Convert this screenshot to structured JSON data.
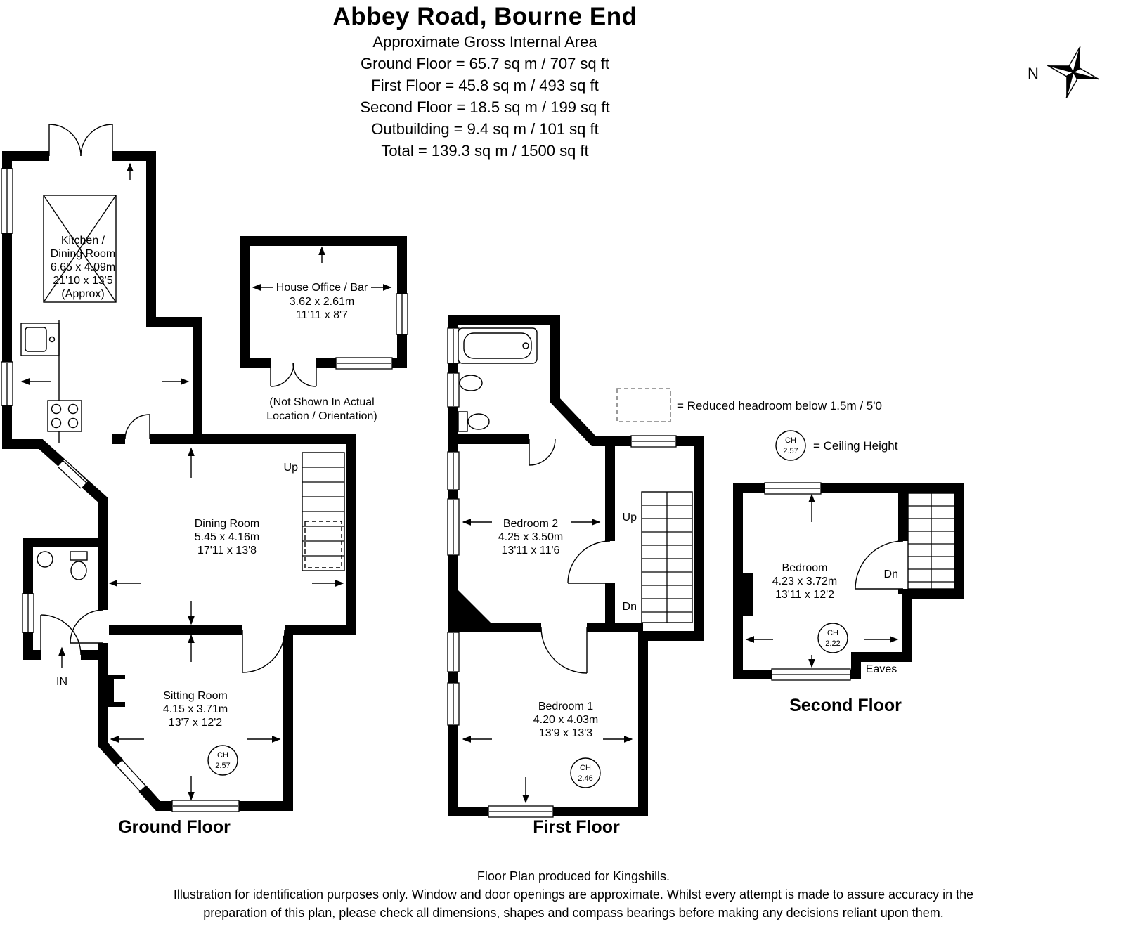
{
  "header": {
    "title": "Abbey Road, Bourne End",
    "subtitle": "Approximate Gross Internal Area",
    "areas": [
      "Ground Floor = 65.7 sq m / 707 sq ft",
      "First Floor = 45.8 sq m / 493 sq ft",
      "Second Floor = 18.5 sq m / 199 sq ft",
      "Outbuilding = 9.4 sq m / 101 sq ft",
      "Total = 139.3 sq m / 1500 sq ft"
    ]
  },
  "compass": {
    "north": "N"
  },
  "legend": {
    "reduced_headroom": "= Reduced headroom below 1.5m / 5'0",
    "ceiling_height": "= Ceiling Height",
    "ch_abbr": "CH",
    "ch_sample_value": "2.57"
  },
  "ground_floor": {
    "label": "Ground Floor",
    "kitchen": [
      "Kitchen /",
      "Dining Room",
      "6.65 x 4.09m",
      "21'10 x 13'5",
      "(Approx)"
    ],
    "office": [
      "House Office / Bar",
      "3.62 x 2.61m",
      "11'11 x 8'7"
    ],
    "office_note": [
      "(Not Shown In Actual",
      "Location / Orientation)"
    ],
    "dining": [
      "Dining Room",
      "5.45 x 4.16m",
      "17'11 x 13'8"
    ],
    "sitting": [
      "Sitting Room",
      "4.15 x 3.71m",
      "13'7 x 12'2"
    ],
    "sitting_ch": "2.57",
    "up": "Up",
    "in": "IN"
  },
  "first_floor": {
    "label": "First Floor",
    "bedroom2": [
      "Bedroom 2",
      "4.25 x 3.50m",
      "13'11 x 11'6"
    ],
    "bedroom1": [
      "Bedroom 1",
      "4.20 x 4.03m",
      "13'9 x 13'3"
    ],
    "bedroom1_ch": "2.46",
    "up": "Up",
    "dn": "Dn"
  },
  "second_floor": {
    "label": "Second Floor",
    "bedroom": [
      "Bedroom",
      "4.23 x 3.72m",
      "13'11 x 12'2"
    ],
    "bedroom_ch": "2.22",
    "dn": "Dn",
    "eaves": "Eaves"
  },
  "footer": [
    "Floor Plan produced for Kingshills.",
    "Illustration for identification purposes only. Window and door openings are approximate. Whilst every attempt is made to assure accuracy in the",
    "preparation of this plan, please check all dimensions, shapes and compass bearings before making any decisions reliant upon them."
  ]
}
